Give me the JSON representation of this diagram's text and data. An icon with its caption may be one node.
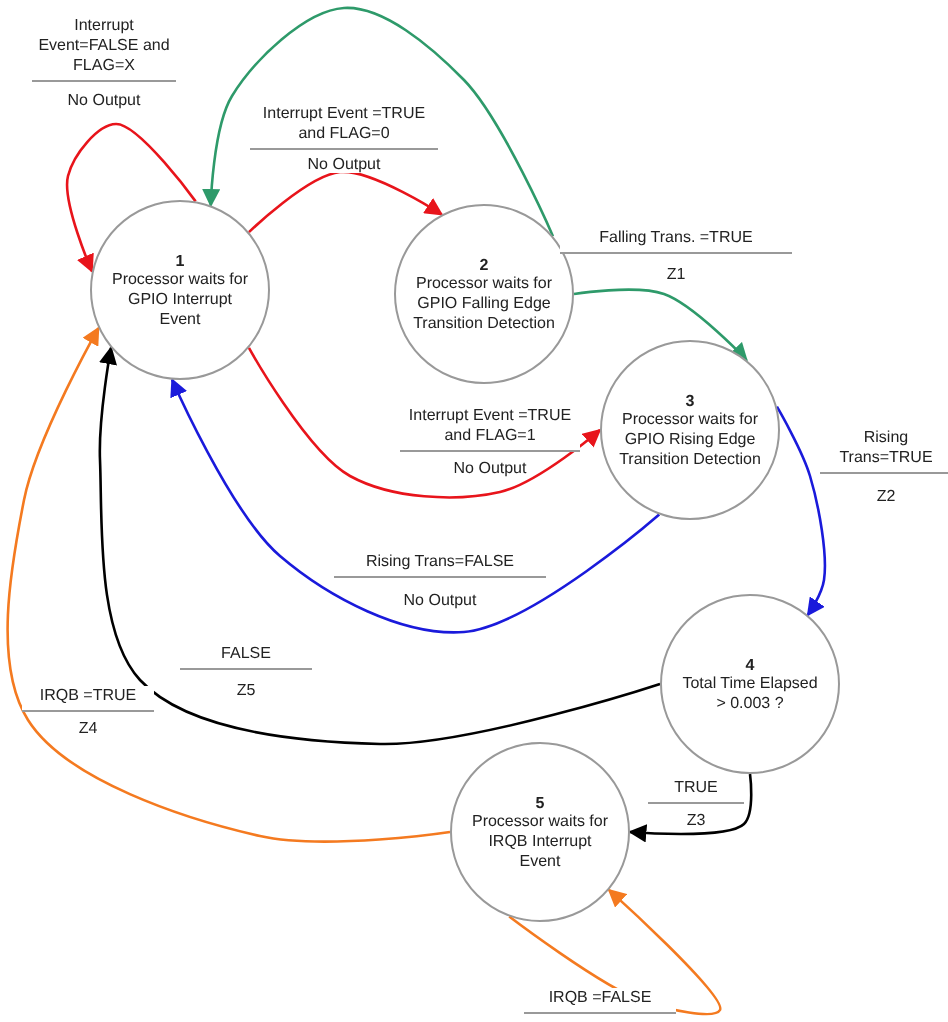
{
  "diagram": {
    "nodes": [
      {
        "text": [
          "1",
          "Processor waits for GPIO Interrupt Event"
        ]
      },
      {
        "text": [
          "2",
          "Processor waits for GPIO Falling Edge Transition Detection"
        ]
      },
      {
        "text": [
          "3",
          "Processor waits for GPIO Rising Edge Transition Detection"
        ]
      },
      {
        "text": [
          "4",
          "Total Time Elapsed > 0.003 ?"
        ]
      },
      {
        "text": [
          "5",
          "Processor waits for IRQB Interrupt Event"
        ]
      }
    ],
    "edges": [
      {
        "from": 0,
        "to": 0,
        "arrow": "to",
        "label": "Interrupt Event=FALSE and FLAG=X",
        "color": "#e8141b"
      },
      {
        "from": 0,
        "to": 1,
        "arrow": "to",
        "label": "Interrupt Event =TRUE and FLAG=0",
        "color": "#e8141b"
      },
      {
        "from": 1,
        "to": 0,
        "arrow": "to",
        "color": "#2e9a6a"
      },
      {
        "from": 1,
        "to": 2,
        "arrow": "to",
        "label": "Falling Trans. =TRUE",
        "color": "#2e9a6a"
      },
      {
        "from": 0,
        "to": 2,
        "arrow": "to",
        "label": "Interrupt Event =TRUE and FLAG=1",
        "color": "#e8141b"
      },
      {
        "from": 2,
        "to": 0,
        "arrow": "to",
        "label": "Rising Trans=FALSE",
        "color": "#1a1adb"
      },
      {
        "from": 2,
        "to": 3,
        "arrow": "to",
        "label": "Rising Trans=TRUE",
        "color": "#1a1adb"
      },
      {
        "from": 3,
        "to": 0,
        "arrow": "to",
        "label": "FALSE",
        "color": "#000000"
      },
      {
        "from": 3,
        "to": 4,
        "arrow": "to",
        "label": "TRUE",
        "color": "#000000"
      },
      {
        "from": 4,
        "to": 0,
        "arrow": "to",
        "label": "IRQB =TRUE",
        "color": "#f47a20"
      },
      {
        "from": 4,
        "to": 4,
        "arrow": "to",
        "label": "IRQB =FALSE",
        "color": "#f47a20"
      }
    ],
    "labels": [
      "No Output",
      "No Output",
      "Z1",
      "No Output",
      "Z2",
      "No Output",
      "Z5",
      "Z4",
      "Z3"
    ]
  }
}
